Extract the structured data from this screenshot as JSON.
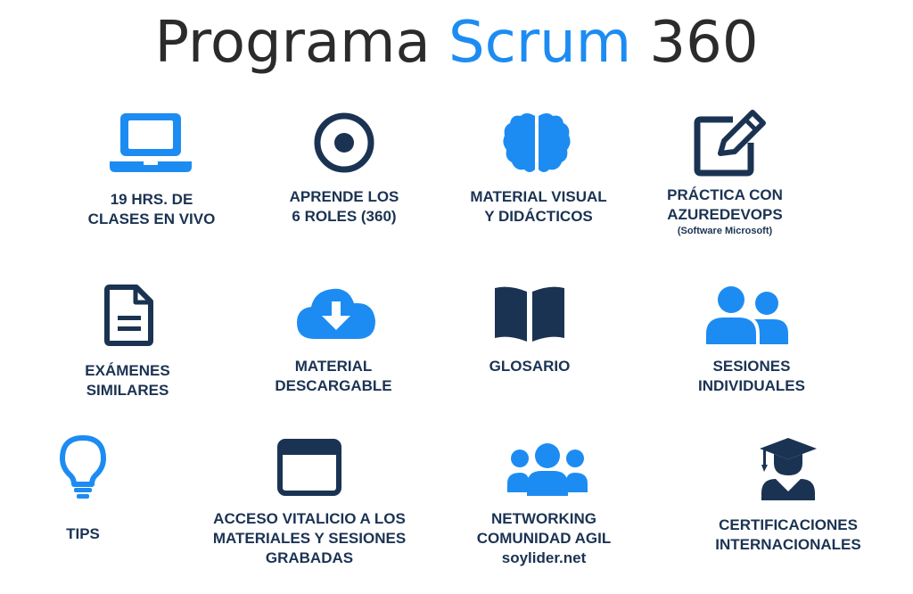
{
  "title": {
    "part1": "Programa",
    "accent": "Scrum",
    "part2": "360"
  },
  "colors": {
    "accent": "#1d8cf2",
    "navy": "#1b3353",
    "title": "#2b2b2b"
  },
  "features": [
    {
      "icon": "laptop-icon",
      "lines": [
        "19 HRS. DE",
        "CLASES EN VIVO"
      ]
    },
    {
      "icon": "target-icon",
      "lines": [
        "APRENDE LOS",
        "6 ROLES (360)"
      ]
    },
    {
      "icon": "brain-icon",
      "lines": [
        "MATERIAL VISUAL",
        "Y DIDÁCTICOS"
      ]
    },
    {
      "icon": "edit-icon",
      "lines": [
        "PRÁCTICA CON",
        "AZUREDEVOPS"
      ],
      "note": "(Software Microsoft)"
    },
    {
      "icon": "document-icon",
      "lines": [
        "EXÁMENES",
        "SIMILARES"
      ]
    },
    {
      "icon": "cloud-download-icon",
      "lines": [
        "MATERIAL",
        "DESCARGABLE"
      ]
    },
    {
      "icon": "book-icon",
      "lines": [
        "GLOSARIO"
      ]
    },
    {
      "icon": "two-users-icon",
      "lines": [
        "SESIONES",
        "INDIVIDUALES"
      ]
    },
    {
      "icon": "lightbulb-icon",
      "lines": [
        "TIPS"
      ]
    },
    {
      "icon": "browser-window-icon",
      "lines": [
        "ACCESO VITALICIO A LOS",
        "MATERIALES Y SESIONES",
        "GRABADAS"
      ]
    },
    {
      "icon": "group-icon",
      "lines": [
        "NETWORKING",
        "COMUNIDAD AGIL",
        "soylider.net"
      ]
    },
    {
      "icon": "graduate-icon",
      "lines": [
        "CERTIFICACIONES",
        "INTERNACIONALES"
      ]
    }
  ]
}
